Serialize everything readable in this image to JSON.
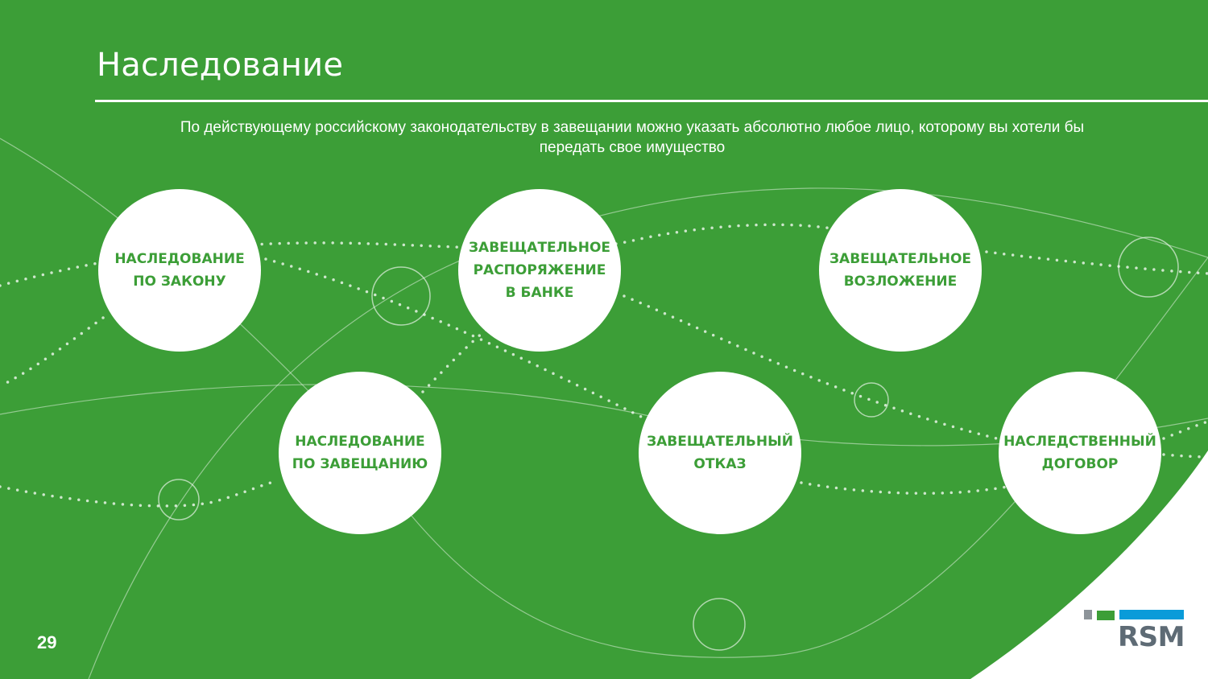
{
  "slide": {
    "title": "Наследование",
    "subtitle": "По действующему российскому законодательству в завещании можно указать абсолютно любое лицо, которому вы хотели бы передать свое имущество",
    "page_number": "29"
  },
  "circles": [
    {
      "label": "НАСЛЕДОВАНИЕ\nПО ЗАКОНУ"
    },
    {
      "label": "ЗАВЕЩАТЕЛЬНОЕ\nРАСПОРЯЖЕНИЕ\nВ БАНКЕ"
    },
    {
      "label": "ЗАВЕЩАТЕЛЬНОЕ\nВОЗЛОЖЕНИЕ"
    },
    {
      "label": "НАСЛЕДОВАНИЕ\nПО ЗАВЕЩАНИЮ"
    },
    {
      "label": "ЗАВЕЩАТЕЛЬНЫЙ\nОТКАЗ"
    },
    {
      "label": "НАСЛЕДСТВЕННЫЙ\nДОГОВОР"
    }
  ],
  "logo": {
    "text": "RSM",
    "colors": {
      "gray": "#8d9499",
      "green": "#3c9e37",
      "blue": "#0a9bd9",
      "text": "#5e6b75"
    }
  },
  "colors": {
    "background": "#3c9e37",
    "accent_text": "#3c9e37",
    "white": "#ffffff"
  }
}
